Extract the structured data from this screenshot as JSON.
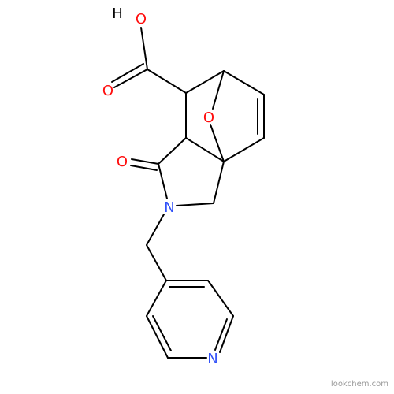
{
  "atoms": {
    "hydroxyl_h": {
      "text": "H",
      "color": "#000000"
    },
    "hydroxyl_o": {
      "text": "O",
      "color": "#ff0d0d"
    },
    "carbonyl_o_acid": {
      "text": "O",
      "color": "#ff0d0d"
    },
    "bridge_o": {
      "text": "O",
      "color": "#ff0d0d"
    },
    "lactam_o": {
      "text": "O",
      "color": "#ff0d0d"
    },
    "lactam_n": {
      "text": "N",
      "color": "#3050f8"
    },
    "pyridine_n": {
      "text": "N",
      "color": "#3050f8"
    }
  },
  "watermark": "lookchem.com"
}
